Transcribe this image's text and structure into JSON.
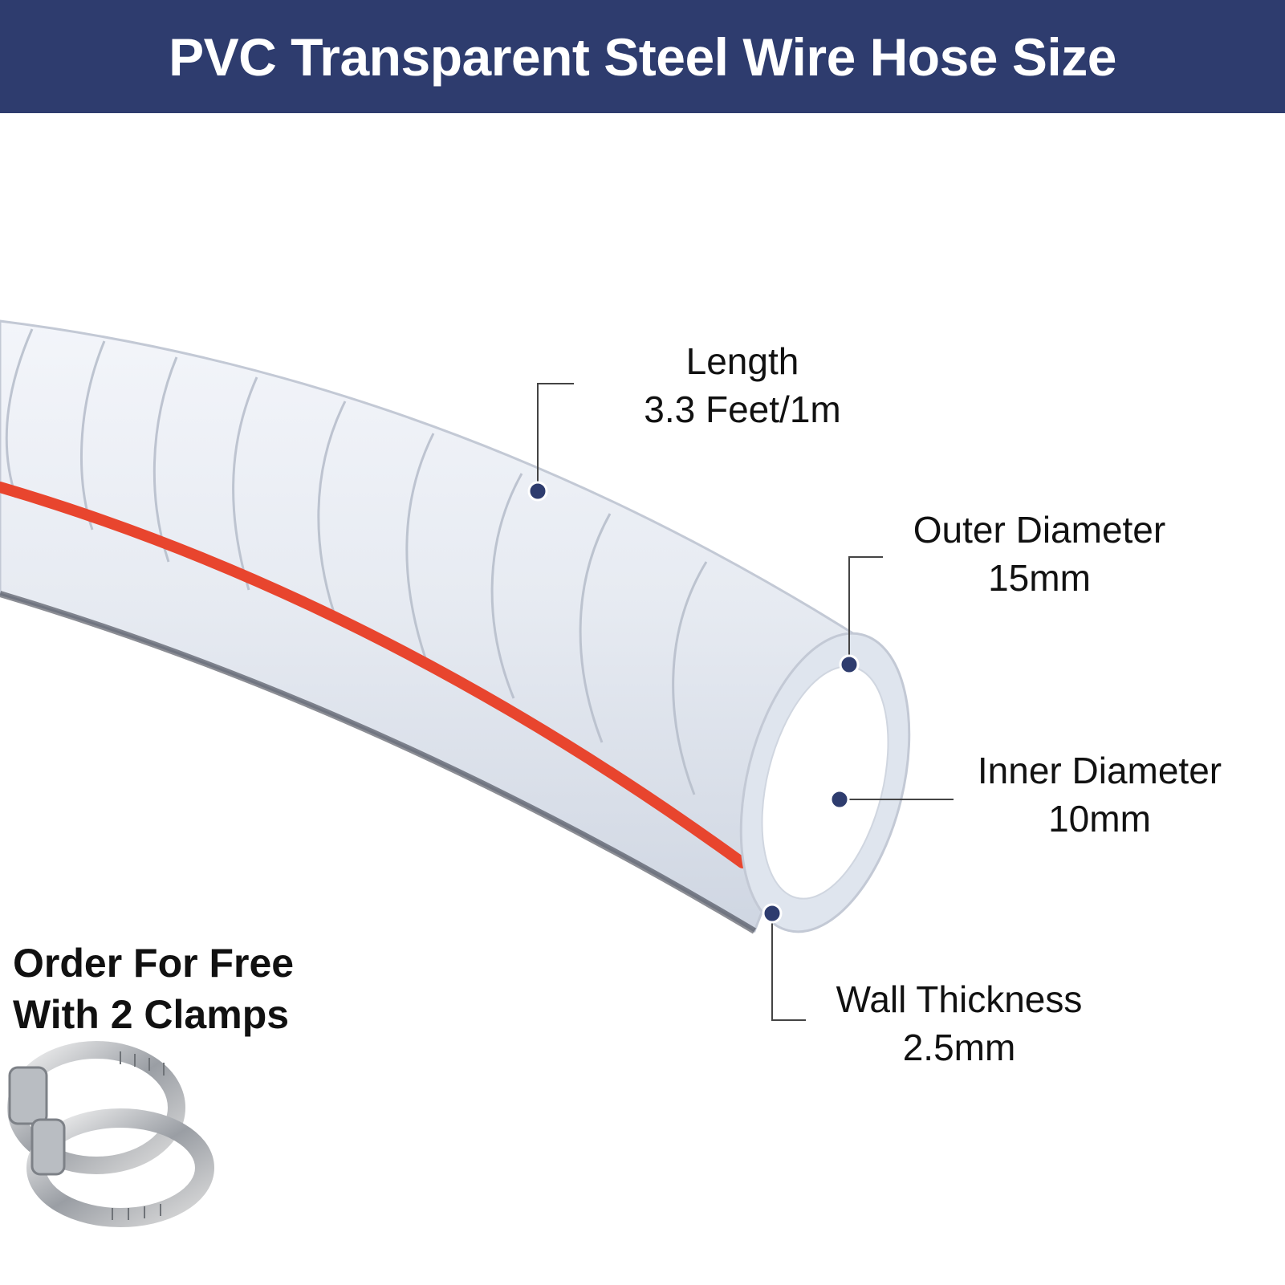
{
  "header": {
    "title": "PVC Transparent Steel Wire Hose Size"
  },
  "specs": {
    "length": {
      "label": "Length",
      "value": "3.3 Feet/1m"
    },
    "outer_diameter": {
      "label": "Outer Diameter",
      "value": "15mm"
    },
    "inner_diameter": {
      "label": "Inner Diameter",
      "value": "10mm"
    },
    "wall_thickness": {
      "label": "Wall Thickness",
      "value": "2.5mm"
    }
  },
  "promo": {
    "line1": "Order For Free",
    "line2": "With 2 Clamps"
  },
  "icons": {
    "hose": "clear-hose-illustration",
    "clamps": "hose-clamp-icon",
    "callout_dot": "callout-dot-icon"
  },
  "colors": {
    "header_bg": "#2e3c6e",
    "callout": "#2e3c6e",
    "stripe": "#e8452e"
  }
}
